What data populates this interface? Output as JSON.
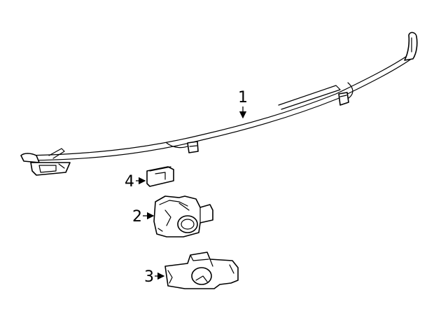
{
  "diagram": {
    "callouts": [
      {
        "id": "1",
        "label": "1",
        "part": "harness"
      },
      {
        "id": "2",
        "label": "2",
        "part": "sensor"
      },
      {
        "id": "3",
        "label": "3",
        "part": "bracket"
      },
      {
        "id": "4",
        "label": "4",
        "part": "clip"
      }
    ]
  }
}
